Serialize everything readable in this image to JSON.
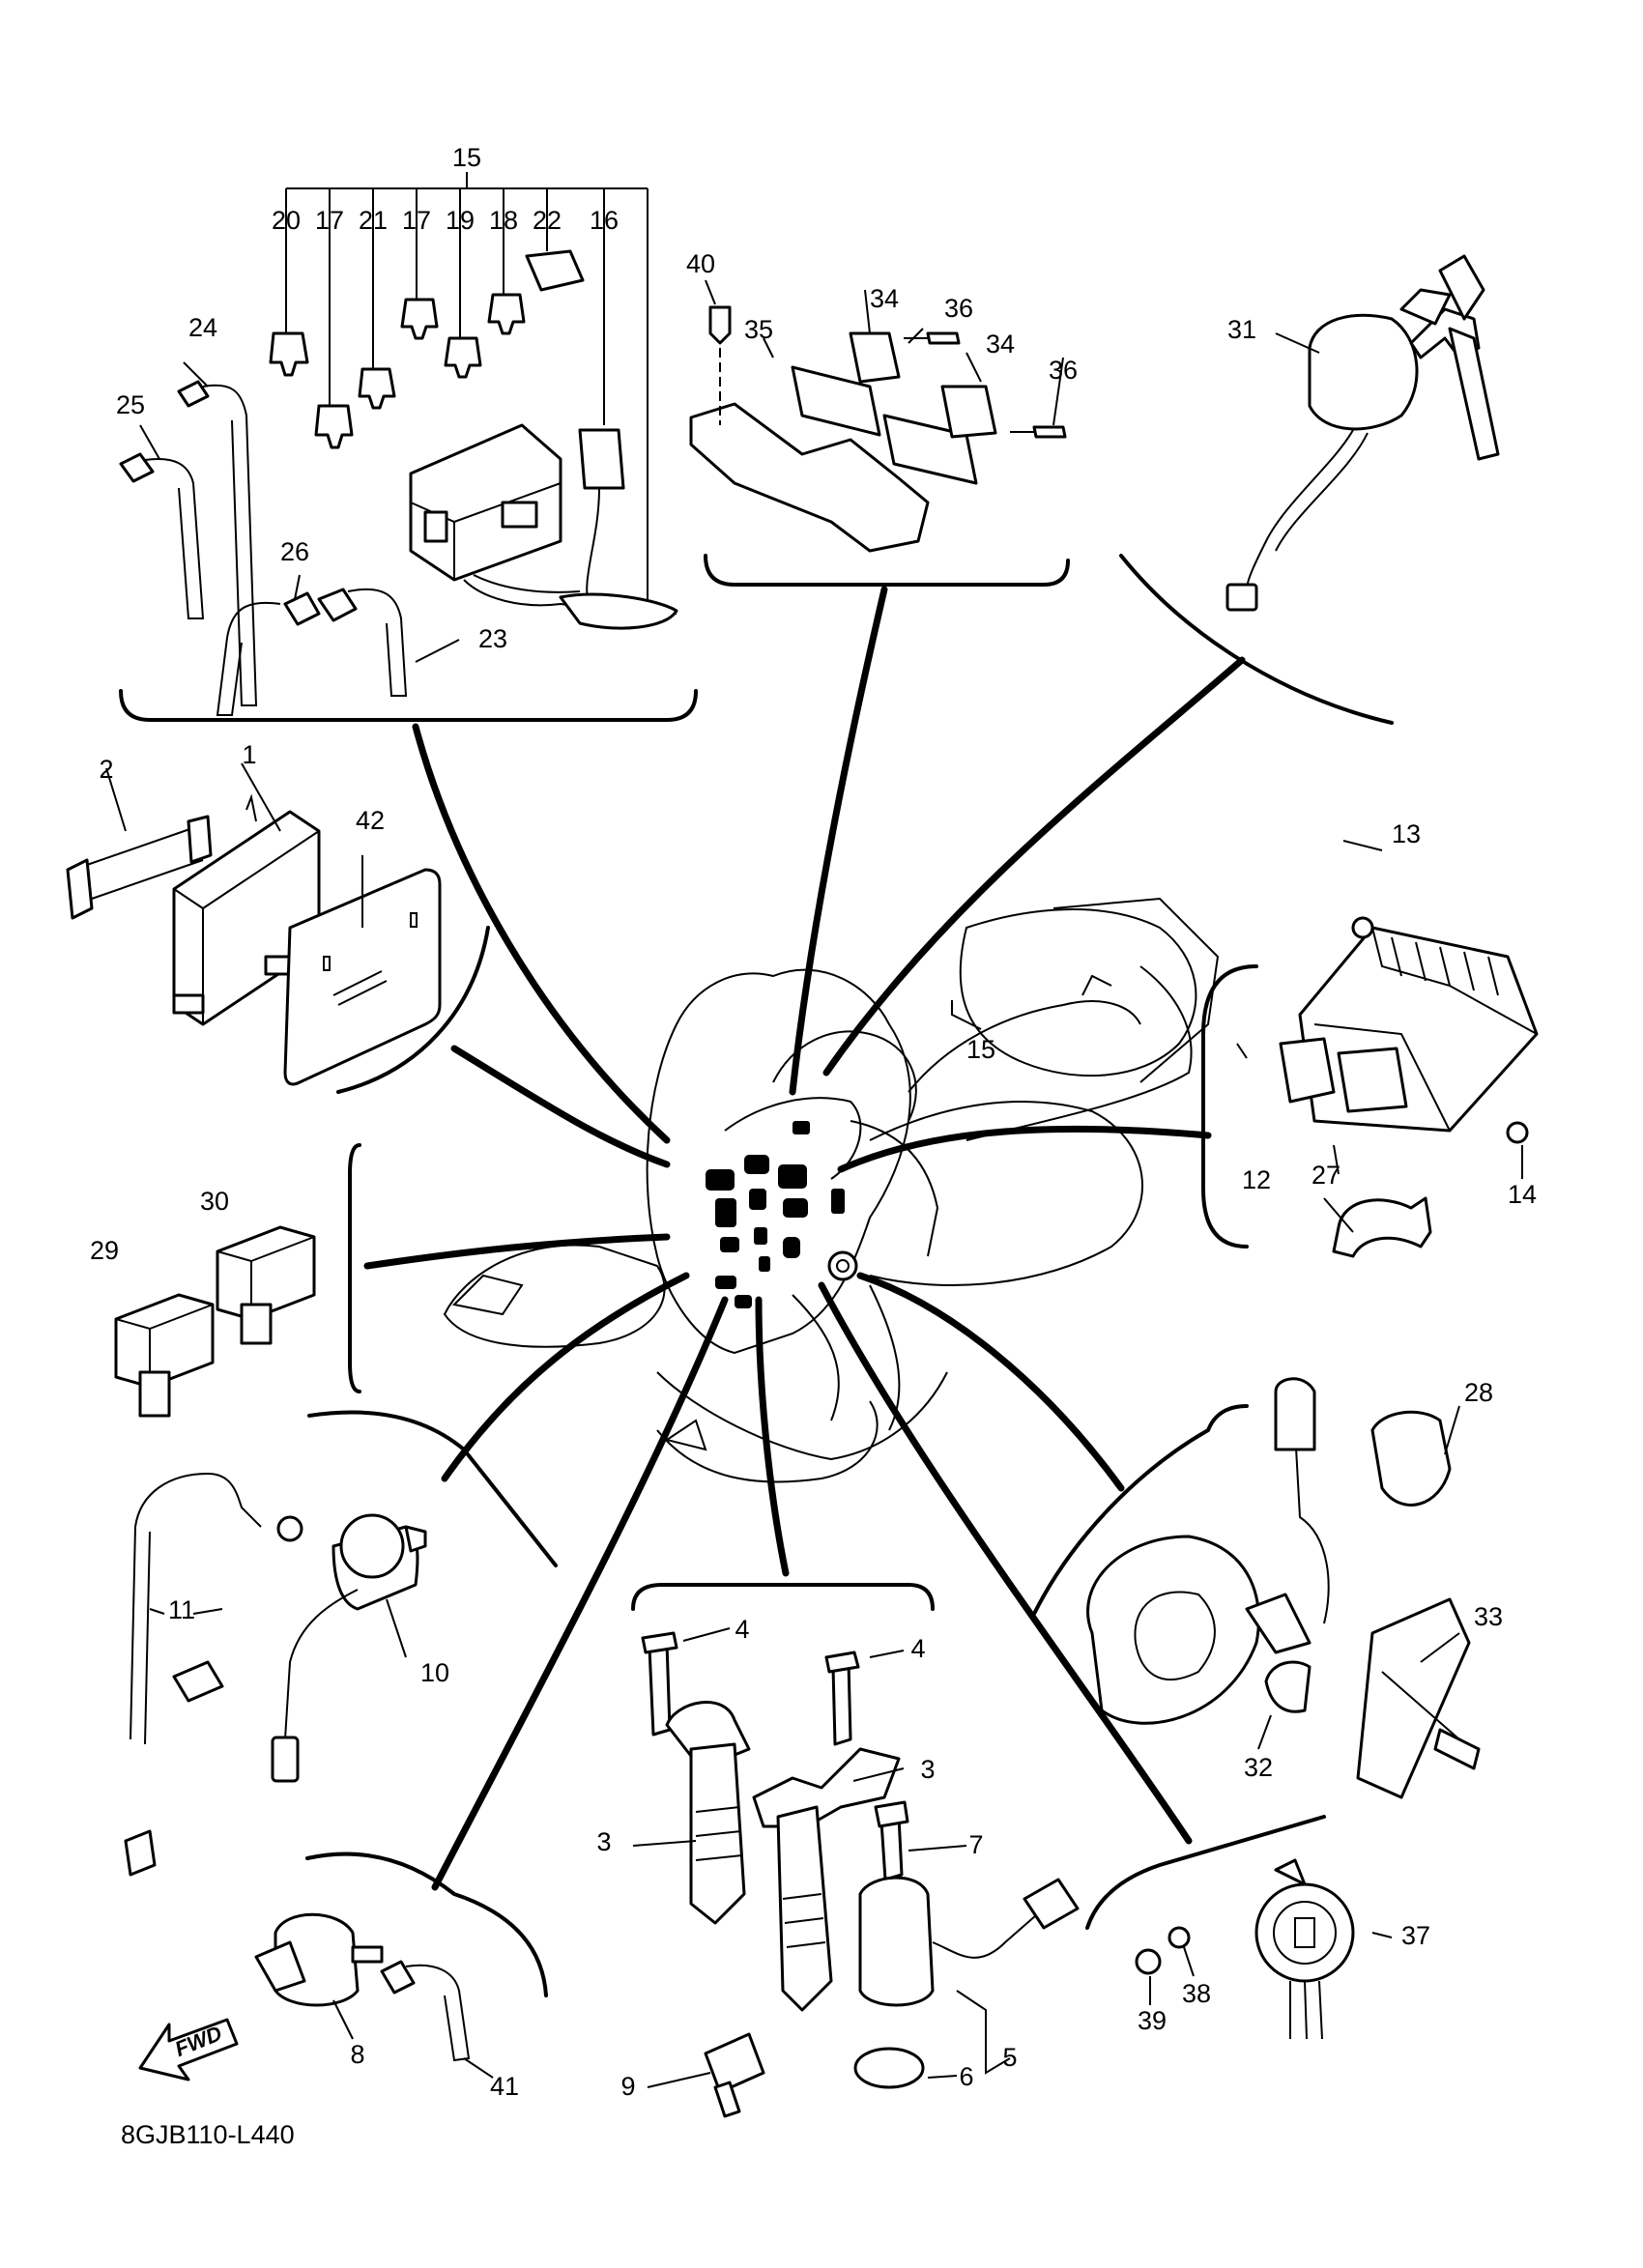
{
  "diagram": {
    "code": "8GJB110-L440",
    "direction_label": "FWD",
    "callouts": [
      "1",
      "2",
      "3",
      "4",
      "5",
      "6",
      "7",
      "8",
      "9",
      "10",
      "11",
      "12",
      "13",
      "14",
      "15",
      "16",
      "17",
      "18",
      "19",
      "20",
      "21",
      "22",
      "23",
      "24",
      "25",
      "26",
      "27",
      "28",
      "29",
      "30",
      "31",
      "32",
      "33",
      "34",
      "35",
      "36",
      "37",
      "38",
      "39",
      "40",
      "41",
      "42"
    ],
    "fuse_row": [
      "20",
      "17",
      "21",
      "17",
      "19",
      "18",
      "22",
      "16"
    ]
  }
}
